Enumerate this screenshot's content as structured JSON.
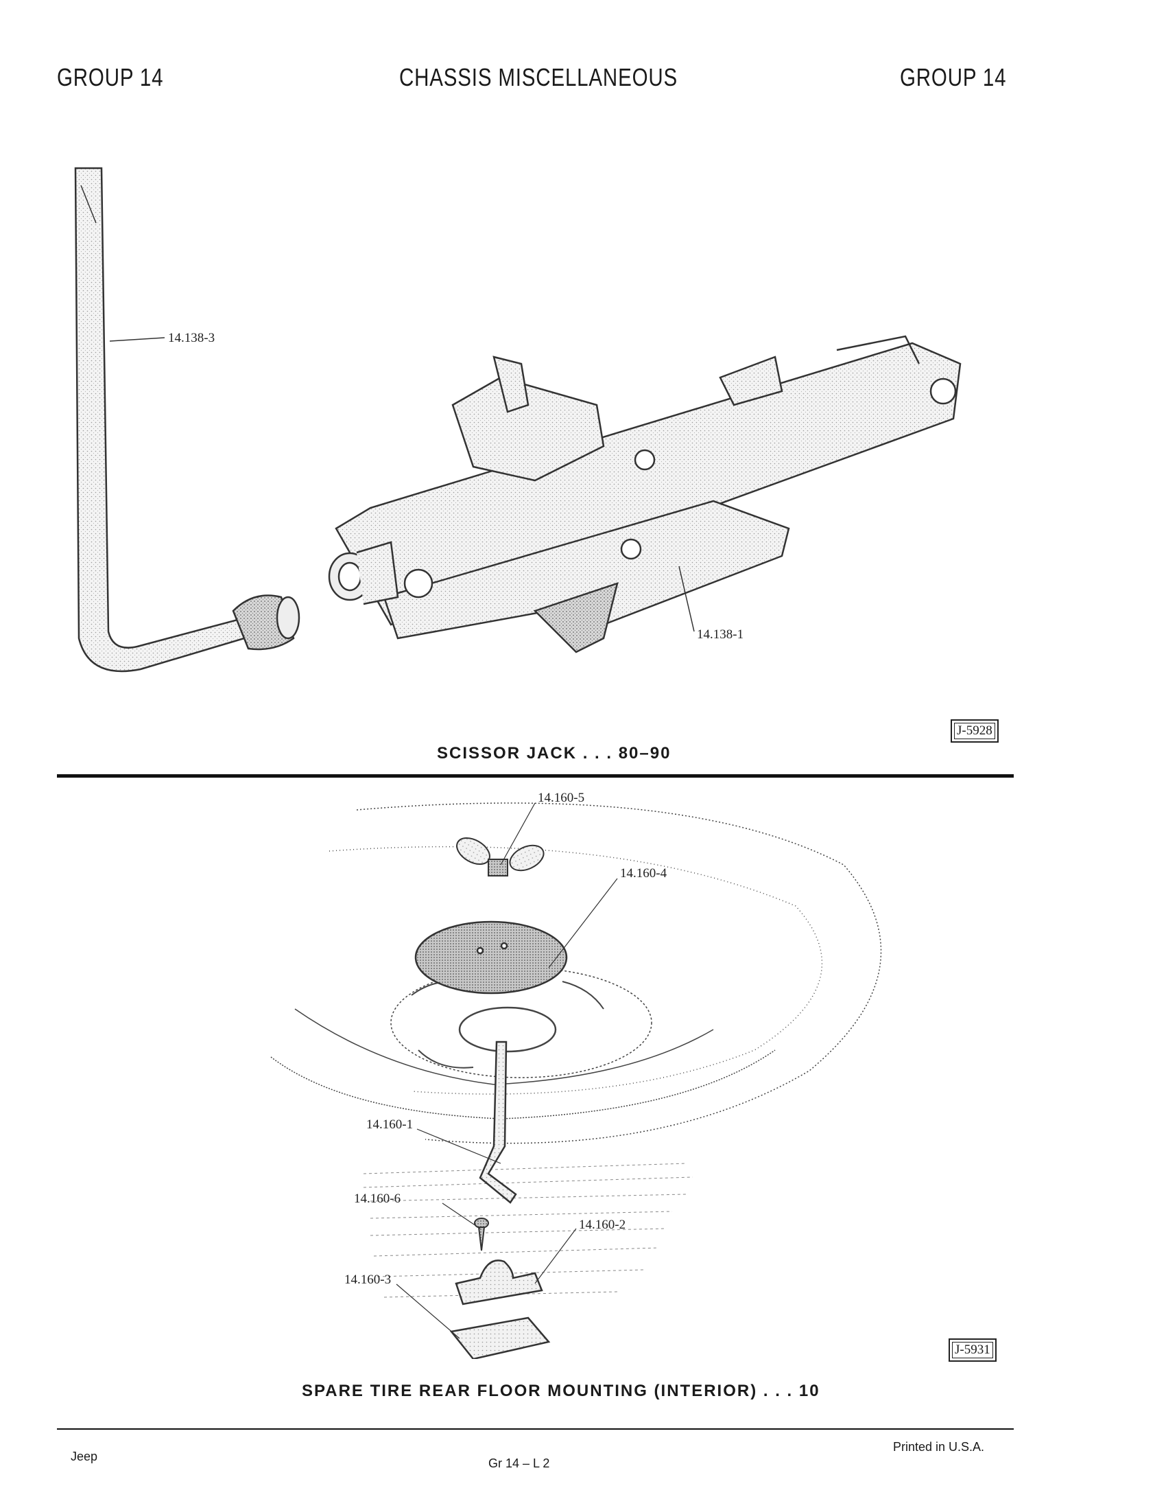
{
  "header": {
    "left": "GROUP 14",
    "center": "CHASSIS MISCELLANEOUS",
    "right": "GROUP 14"
  },
  "figure1": {
    "callouts": {
      "handle": "14.138-3",
      "jack": "14.138-1"
    },
    "id": "J-5928",
    "caption": "SCISSOR JACK . . . 80–90"
  },
  "figure2": {
    "callouts": {
      "wingnut": "14.160-5",
      "washer": "14.160-4",
      "bolt": "14.160-1",
      "screw": "14.160-6",
      "clamp": "14.160-2",
      "plate": "14.160-3"
    },
    "id": "J-5931",
    "caption": "SPARE TIRE REAR FLOOR MOUNTING (INTERIOR) . . . 10"
  },
  "footer": {
    "left": "Jeep",
    "center": "Gr 14 – L 2",
    "right": "Printed in U.S.A."
  }
}
